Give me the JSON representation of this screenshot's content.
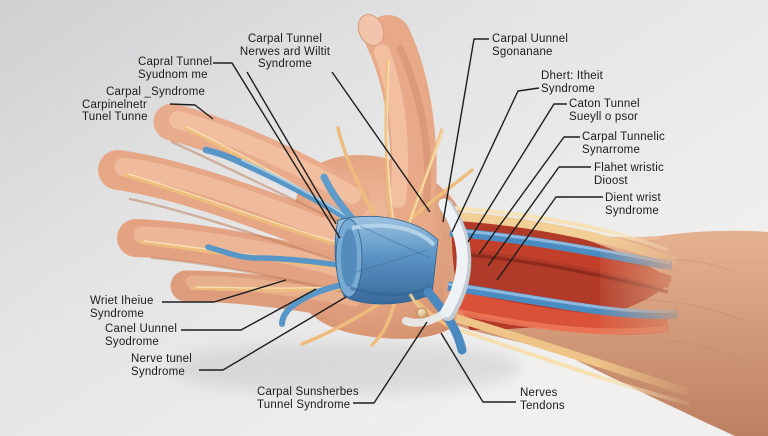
{
  "figure": {
    "type": "anatomical-diagram",
    "leader_line_count": 15,
    "label_count": 14
  },
  "labels": {
    "top_left_upper": {
      "l1": "Capral Tunnel",
      "l2": "Syudnom me"
    },
    "top_left_lower": {
      "l1": "Carpal _Syndrome",
      "l2": "Carpinelnetr",
      "l3": "Tunel Tunne"
    },
    "top_center": {
      "l1": "Carpal Tunnel",
      "l2": "Nerwes ard Wiltit",
      "l3": "Syndrome"
    },
    "right_1": {
      "l1": "Carpal Uunnel",
      "l2": "Sgonanane"
    },
    "right_2": {
      "l1": "Dhert: Itheit",
      "l2": "Syndrome"
    },
    "right_3": {
      "l1": "Caton Tunnel",
      "l2": "Sueyll o psor"
    },
    "right_4": {
      "l1": "Carpal Tunnelic",
      "l2": "Synarrome"
    },
    "right_5": {
      "l1": "Flahet wristic",
      "l2": "Dioost"
    },
    "right_6": {
      "l1": "Dient wrist",
      "l2": "Syndrome"
    },
    "bottom_left_1": {
      "l1": "Wriet Iheiue",
      "l2": "Syndrome"
    },
    "bottom_left_2": {
      "l1": "Canel Uunnel",
      "l2": "Syodrome"
    },
    "bottom_left_3": {
      "l1": "Nerve tunel",
      "l2": "Syndrome"
    },
    "bottom_center": {
      "l1": "Carpal Sunsherbes",
      "l2": "Tunnel Syndrome"
    },
    "bottom_right": {
      "l1": "Nerves",
      "l2": "Tendons"
    }
  },
  "colors": {
    "background_gray": "#e3e3e4",
    "skin": "#e2a585",
    "nerve_yellow": "#f0c98c",
    "vessel_blue": "#4f8fc4",
    "muscle_red": "#c5432e",
    "carpal_tunnel_blue": "#5b94c4",
    "retinaculum_white": "#eff3f5",
    "leader_line": "#1e1e1e",
    "label_text": "#1b1b1b"
  }
}
